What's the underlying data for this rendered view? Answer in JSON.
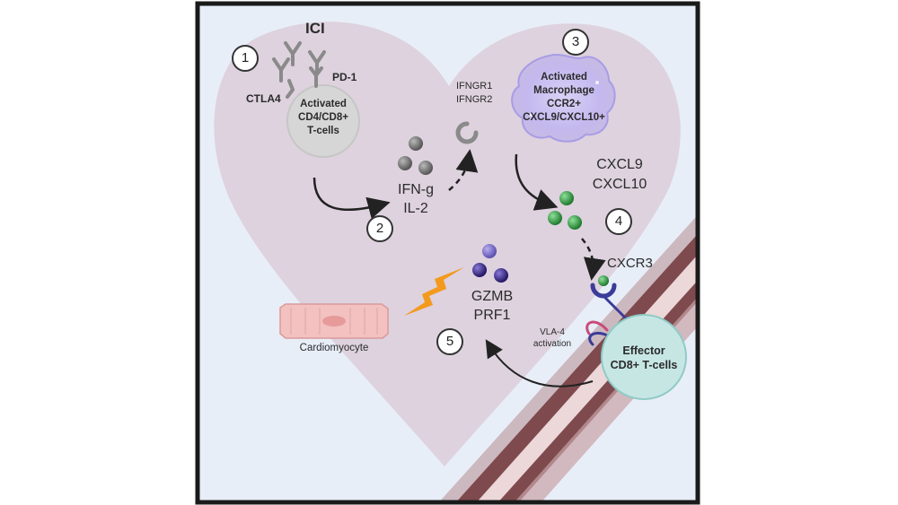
{
  "title": "ICI",
  "steps": [
    "1",
    "2",
    "3",
    "4",
    "5"
  ],
  "checkpoints": {
    "ctla4": "CTLA4",
    "pd1": "PD-1"
  },
  "activated_tcells": [
    "Activated",
    "CD4/CD8+",
    "T-cells"
  ],
  "cytokines_1": [
    "IFN-g",
    "IL-2"
  ],
  "receptors": [
    "IFNGR1",
    "IFNGR2"
  ],
  "macrophage": [
    "Activated",
    "Macrophage",
    "CCR2+",
    "CXCL9/CXCL10+"
  ],
  "chemokines": [
    "CXCL9",
    "CXCL10"
  ],
  "receptor_cxcr3": "CXCR3",
  "effector": [
    "Effector",
    "CD8+ T-cells"
  ],
  "vla4": [
    "VLA-4",
    "activation"
  ],
  "effector_molecules": [
    "GZMB",
    "PRF1"
  ],
  "cardiomyocyte": "Cardiomyocyte",
  "colors": {
    "frame": "#1a1a1a",
    "background": "#e8eef8",
    "heart": "#ddd2de",
    "vessel": "#7e4a4e",
    "vessel_inner": "#ecd7d9",
    "macrophage": "#c8bfee",
    "tcell": "#d6d6d6",
    "effector": "#c6e6e4",
    "green_dot": "#2f9a3f",
    "purple_dot": "#3a2a8a",
    "gray_dot": "#7a7a7a",
    "bolt": "#f39a1e",
    "cardio": "#f2c1c0"
  }
}
